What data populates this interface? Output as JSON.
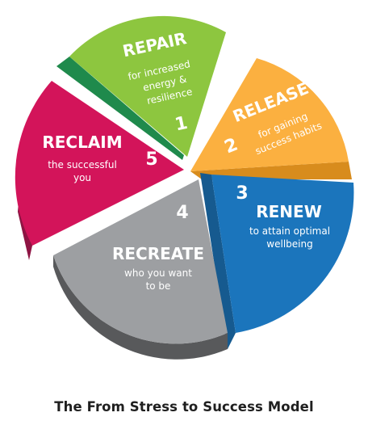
{
  "segments": [
    {
      "number": "1",
      "title": "REPAIR",
      "subtitle": [
        "for increased",
        "energy &",
        "resilience"
      ],
      "color": "#8dc63f",
      "side": "#1f8a4c"
    },
    {
      "number": "2",
      "title": "RELEASE",
      "subtitle": [
        "for gaining",
        "success habits"
      ],
      "color": "#fbb040",
      "side": "#d88c1d"
    },
    {
      "number": "3",
      "title": "RENEW",
      "subtitle": [
        "to attain optimal",
        "wellbeing"
      ],
      "color": "#1b75bc",
      "side": "#165a8f"
    },
    {
      "number": "4",
      "title": "RECREATE",
      "subtitle": [
        "who you want",
        "to be"
      ],
      "color": "#9d9fa2",
      "side": "#58595b"
    },
    {
      "number": "5",
      "title": "RECLAIM",
      "subtitle": [
        "the successful",
        "you"
      ],
      "color": "#d3145a",
      "side": "#8e1443"
    }
  ],
  "caption": "The From Stress to Success Model"
}
